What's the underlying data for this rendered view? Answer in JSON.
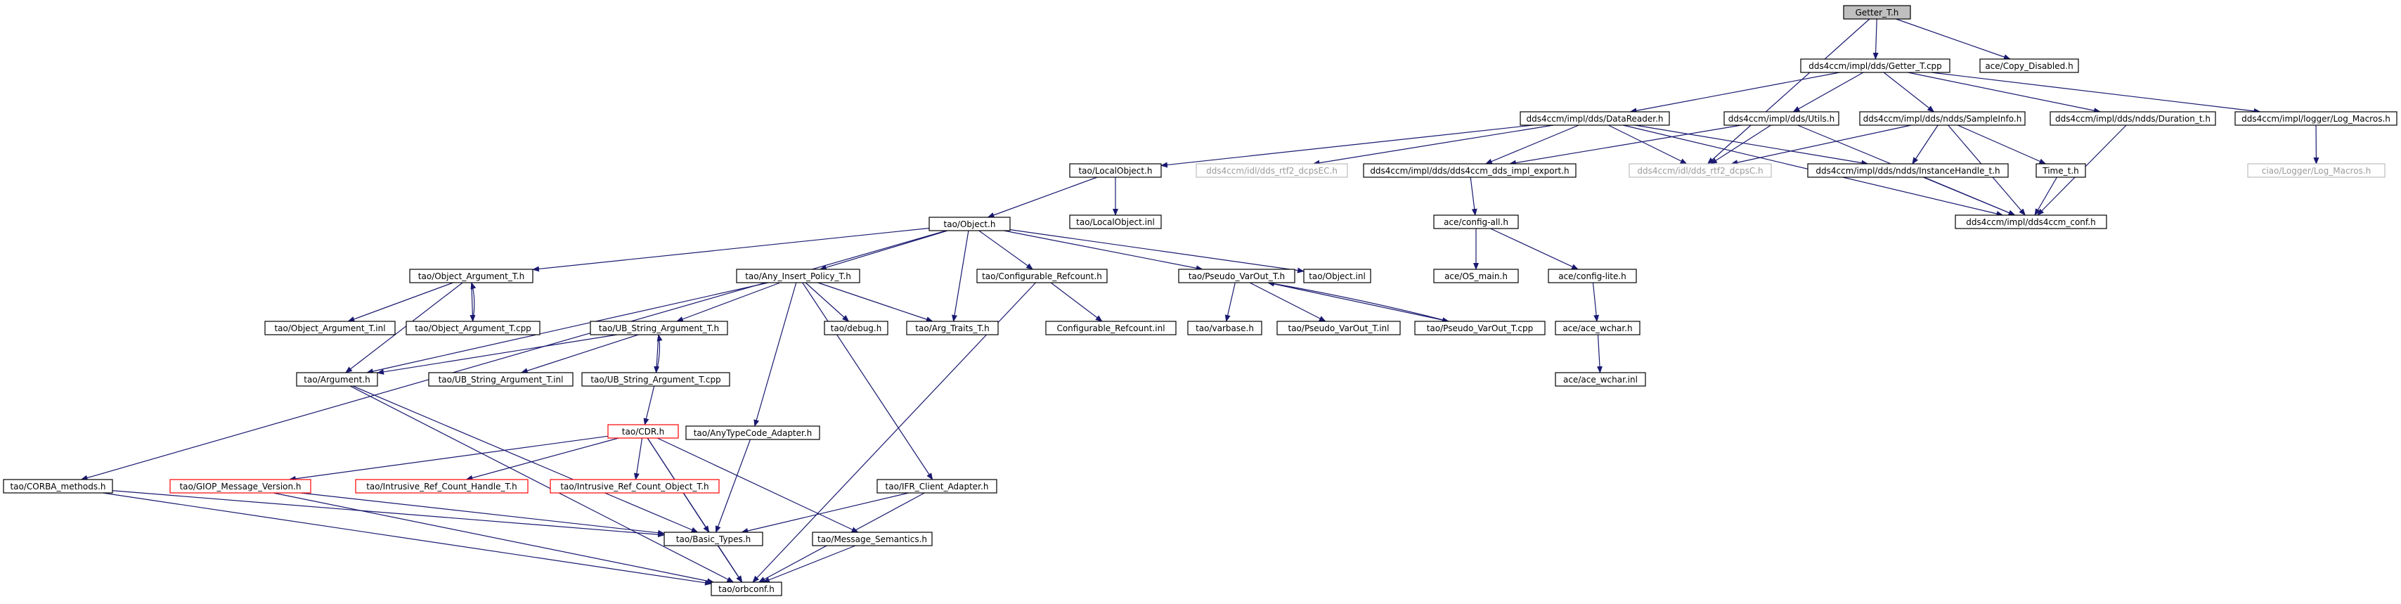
{
  "graph": {
    "colors": {
      "edge": "#191970",
      "node_border": "#000000",
      "root_fill": "#bfbfbf",
      "red_border": "#ff0000",
      "gray_border": "#bfbfbf"
    },
    "nodes": [
      {
        "id": "getter_t_h",
        "label": "Getter_T.h",
        "style": "root"
      },
      {
        "id": "getter_t_cpp",
        "label": "dds4ccm/impl/dds/Getter_T.cpp",
        "style": "normal"
      },
      {
        "id": "copy_disabled",
        "label": "ace/Copy_Disabled.h",
        "style": "normal"
      },
      {
        "id": "datareader",
        "label": "dds4ccm/impl/dds/DataReader.h",
        "style": "normal"
      },
      {
        "id": "utils",
        "label": "dds4ccm/impl/dds/Utils.h",
        "style": "normal"
      },
      {
        "id": "sampleinfo",
        "label": "dds4ccm/impl/dds/ndds/SampleInfo.h",
        "style": "normal"
      },
      {
        "id": "duration",
        "label": "dds4ccm/impl/dds/ndds/Duration_t.h",
        "style": "normal"
      },
      {
        "id": "log_macros",
        "label": "dds4ccm/impl/logger/Log_Macros.h",
        "style": "normal"
      },
      {
        "id": "localobject_h",
        "label": "tao/LocalObject.h",
        "style": "normal"
      },
      {
        "id": "rtf2_ec",
        "label": "dds4ccm/idl/dds_rtf2_dcpsEC.h",
        "style": "gray"
      },
      {
        "id": "impl_export",
        "label": "dds4ccm/impl/dds/dds4ccm_dds_impl_export.h",
        "style": "normal"
      },
      {
        "id": "rtf2_c",
        "label": "dds4ccm/idl/dds_rtf2_dcpsC.h",
        "style": "gray"
      },
      {
        "id": "instancehandle",
        "label": "dds4ccm/impl/dds/ndds/InstanceHandle_t.h",
        "style": "normal"
      },
      {
        "id": "time_t",
        "label": "Time_t.h",
        "style": "normal"
      },
      {
        "id": "ciao_log",
        "label": "ciao/Logger/Log_Macros.h",
        "style": "gray"
      },
      {
        "id": "ccm_conf",
        "label": "dds4ccm/impl/dds4ccm_conf.h",
        "style": "normal"
      },
      {
        "id": "localobject_inl",
        "label": "tao/LocalObject.inl",
        "style": "normal"
      },
      {
        "id": "config_all",
        "label": "ace/config-all.h",
        "style": "normal"
      },
      {
        "id": "object_h",
        "label": "tao/Object.h",
        "style": "normal"
      },
      {
        "id": "object_arg_h",
        "label": "tao/Object_Argument_T.h",
        "style": "normal"
      },
      {
        "id": "any_insert",
        "label": "tao/Any_Insert_Policy_T.h",
        "style": "normal"
      },
      {
        "id": "configurable_ref",
        "label": "tao/Configurable_Refcount.h",
        "style": "normal"
      },
      {
        "id": "pseudo_h",
        "label": "tao/Pseudo_VarOut_T.h",
        "style": "normal"
      },
      {
        "id": "object_inl",
        "label": "tao/Object.inl",
        "style": "normal"
      },
      {
        "id": "os_main",
        "label": "ace/OS_main.h",
        "style": "normal"
      },
      {
        "id": "config_lite",
        "label": "ace/config-lite.h",
        "style": "normal"
      },
      {
        "id": "object_arg_inl",
        "label": "tao/Object_Argument_T.inl",
        "style": "normal"
      },
      {
        "id": "object_arg_cpp",
        "label": "tao/Object_Argument_T.cpp",
        "style": "normal"
      },
      {
        "id": "ub_string_h",
        "label": "tao/UB_String_Argument_T.h",
        "style": "normal"
      },
      {
        "id": "debug",
        "label": "tao/debug.h",
        "style": "normal"
      },
      {
        "id": "arg_traits",
        "label": "tao/Arg_Traits_T.h",
        "style": "normal"
      },
      {
        "id": "configurable_inl",
        "label": "Configurable_Refcount.inl",
        "style": "normal"
      },
      {
        "id": "varbase",
        "label": "tao/varbase.h",
        "style": "normal"
      },
      {
        "id": "pseudo_inl",
        "label": "tao/Pseudo_VarOut_T.inl",
        "style": "normal"
      },
      {
        "id": "pseudo_cpp",
        "label": "tao/Pseudo_VarOut_T.cpp",
        "style": "normal"
      },
      {
        "id": "ace_wchar_h",
        "label": "ace/ace_wchar.h",
        "style": "normal"
      },
      {
        "id": "argument_h",
        "label": "tao/Argument.h",
        "style": "normal"
      },
      {
        "id": "ub_string_inl",
        "label": "tao/UB_String_Argument_T.inl",
        "style": "normal"
      },
      {
        "id": "ub_string_cpp",
        "label": "tao/UB_String_Argument_T.cpp",
        "style": "normal"
      },
      {
        "id": "ace_wchar_inl",
        "label": "ace/ace_wchar.inl",
        "style": "normal"
      },
      {
        "id": "cdr_h",
        "label": "tao/CDR.h",
        "style": "red"
      },
      {
        "id": "anytypecode",
        "label": "tao/AnyTypeCode_Adapter.h",
        "style": "normal"
      },
      {
        "id": "corba_methods",
        "label": "tao/CORBA_methods.h",
        "style": "normal"
      },
      {
        "id": "giop_msg",
        "label": "tao/GIOP_Message_Version.h",
        "style": "red"
      },
      {
        "id": "intrusive_handle",
        "label": "tao/Intrusive_Ref_Count_Handle_T.h",
        "style": "red"
      },
      {
        "id": "intrusive_object",
        "label": "tao/Intrusive_Ref_Count_Object_T.h",
        "style": "red"
      },
      {
        "id": "ifr_client",
        "label": "tao/IFR_Client_Adapter.h",
        "style": "normal"
      },
      {
        "id": "basic_types",
        "label": "tao/Basic_Types.h",
        "style": "normal"
      },
      {
        "id": "message_semantics",
        "label": "tao/Message_Semantics.h",
        "style": "normal"
      },
      {
        "id": "orbconf",
        "label": "tao/orbconf.h",
        "style": "normal"
      }
    ],
    "edges": [
      [
        "getter_t_h",
        "getter_t_cpp"
      ],
      [
        "getter_t_h",
        "copy_disabled"
      ],
      [
        "getter_t_h",
        "rtf2_c"
      ],
      [
        "getter_t_cpp",
        "datareader"
      ],
      [
        "getter_t_cpp",
        "utils"
      ],
      [
        "getter_t_cpp",
        "sampleinfo"
      ],
      [
        "getter_t_cpp",
        "duration"
      ],
      [
        "getter_t_cpp",
        "log_macros"
      ],
      [
        "datareader",
        "localobject_h"
      ],
      [
        "datareader",
        "rtf2_ec"
      ],
      [
        "datareader",
        "impl_export"
      ],
      [
        "datareader",
        "rtf2_c"
      ],
      [
        "datareader",
        "instancehandle"
      ],
      [
        "datareader",
        "ccm_conf"
      ],
      [
        "utils",
        "impl_export"
      ],
      [
        "utils",
        "rtf2_c"
      ],
      [
        "utils",
        "ccm_conf"
      ],
      [
        "sampleinfo",
        "rtf2_c"
      ],
      [
        "sampleinfo",
        "instancehandle"
      ],
      [
        "sampleinfo",
        "time_t"
      ],
      [
        "sampleinfo",
        "ccm_conf"
      ],
      [
        "duration",
        "ccm_conf"
      ],
      [
        "log_macros",
        "ciao_log"
      ],
      [
        "instancehandle",
        "ccm_conf"
      ],
      [
        "time_t",
        "ccm_conf"
      ],
      [
        "impl_export",
        "config_all"
      ],
      [
        "config_all",
        "os_main"
      ],
      [
        "config_all",
        "config_lite"
      ],
      [
        "config_lite",
        "ace_wchar_h"
      ],
      [
        "ace_wchar_h",
        "ace_wchar_inl"
      ],
      [
        "localobject_h",
        "object_h"
      ],
      [
        "localobject_h",
        "localobject_inl"
      ],
      [
        "object_h",
        "object_arg_h"
      ],
      [
        "object_h",
        "any_insert"
      ],
      [
        "object_h",
        "configurable_ref"
      ],
      [
        "object_h",
        "pseudo_h"
      ],
      [
        "object_h",
        "object_inl"
      ],
      [
        "object_h",
        "corba_methods"
      ],
      [
        "object_h",
        "arg_traits"
      ],
      [
        "object_arg_h",
        "object_arg_inl"
      ],
      [
        "object_arg_h",
        "object_arg_cpp"
      ],
      [
        "object_arg_cpp",
        "object_arg_h"
      ],
      [
        "object_arg_h",
        "argument_h"
      ],
      [
        "any_insert",
        "ub_string_h"
      ],
      [
        "any_insert",
        "debug"
      ],
      [
        "any_insert",
        "arg_traits"
      ],
      [
        "any_insert",
        "anytypecode"
      ],
      [
        "any_insert",
        "ifr_client"
      ],
      [
        "any_insert",
        "argument_h"
      ],
      [
        "configurable_ref",
        "configurable_inl"
      ],
      [
        "configurable_ref",
        "orbconf"
      ],
      [
        "pseudo_h",
        "varbase"
      ],
      [
        "pseudo_h",
        "pseudo_inl"
      ],
      [
        "pseudo_h",
        "pseudo_cpp"
      ],
      [
        "pseudo_cpp",
        "pseudo_h"
      ],
      [
        "ub_string_h",
        "argument_h"
      ],
      [
        "ub_string_h",
        "ub_string_inl"
      ],
      [
        "ub_string_h",
        "ub_string_cpp"
      ],
      [
        "ub_string_cpp",
        "ub_string_h"
      ],
      [
        "ub_string_cpp",
        "cdr_h"
      ],
      [
        "argument_h",
        "basic_types"
      ],
      [
        "argument_h",
        "orbconf"
      ],
      [
        "cdr_h",
        "giop_msg"
      ],
      [
        "cdr_h",
        "intrusive_handle"
      ],
      [
        "cdr_h",
        "intrusive_object"
      ],
      [
        "cdr_h",
        "basic_types"
      ],
      [
        "cdr_h",
        "message_semantics"
      ],
      [
        "cdr_h",
        "orbconf"
      ],
      [
        "anytypecode",
        "basic_types"
      ],
      [
        "ifr_client",
        "basic_types"
      ],
      [
        "ifr_client",
        "orbconf"
      ],
      [
        "corba_methods",
        "basic_types"
      ],
      [
        "corba_methods",
        "orbconf"
      ],
      [
        "giop_msg",
        "basic_types"
      ],
      [
        "giop_msg",
        "orbconf"
      ],
      [
        "basic_types",
        "orbconf"
      ],
      [
        "message_semantics",
        "orbconf"
      ]
    ]
  }
}
